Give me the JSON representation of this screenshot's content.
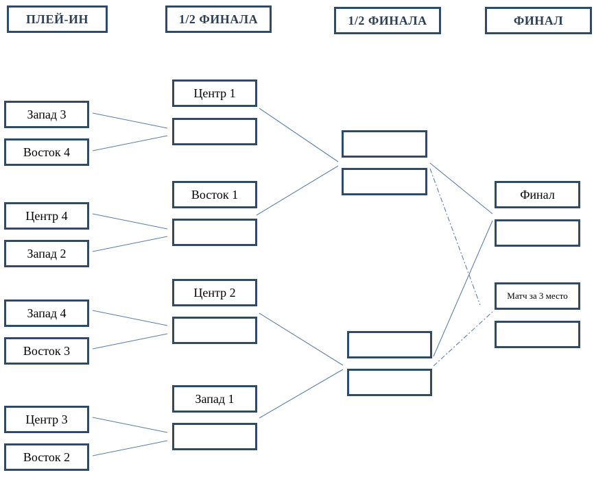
{
  "headers": {
    "play_in": "ПЛЕЙ-ИН",
    "semi_1": "1/2 ФИНАЛА",
    "semi_2": "1/2 ФИНАЛА",
    "final": "ФИНАЛ"
  },
  "play_in": {
    "teams": [
      "Запад 3",
      "Восток 4",
      "Центр 4",
      "Запад 2",
      "Запад 4",
      "Восток 3",
      "Центр 3",
      "Восток 2"
    ]
  },
  "round2": {
    "seeds": [
      "Центр 1",
      "Восток 1",
      "Центр 2",
      "Запад 1"
    ]
  },
  "final_column": {
    "final_label": "Финал",
    "third_place_label": "Матч за 3 место"
  },
  "colors": {
    "box_border": "#2f4a64",
    "connector": "#5b7fa6",
    "header_text": "#2b3f55"
  }
}
